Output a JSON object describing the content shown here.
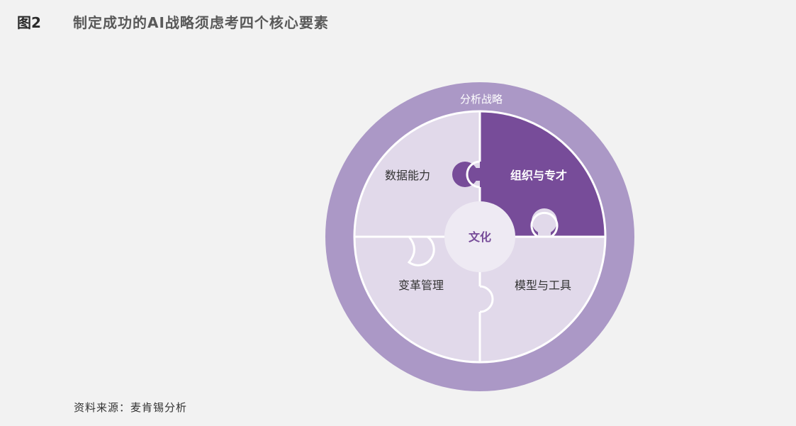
{
  "figure": {
    "number": "图2",
    "title": "制定成功的AI战略须虑考四个核心要素"
  },
  "diagram": {
    "outer_ring_label": "分析战略",
    "center_label": "文化",
    "pieces": {
      "top_left": "数据能力",
      "top_right": "组织与专才",
      "bottom_left": "变革管理",
      "bottom_right": "模型与工具"
    },
    "colors": {
      "ring": "#ab98c6",
      "light_piece": "#e1d9ea",
      "dark_piece": "#774c99",
      "center": "#eeeaf3",
      "separator": "#ffffff"
    }
  },
  "source": "资料来源：麦肯锡分析"
}
